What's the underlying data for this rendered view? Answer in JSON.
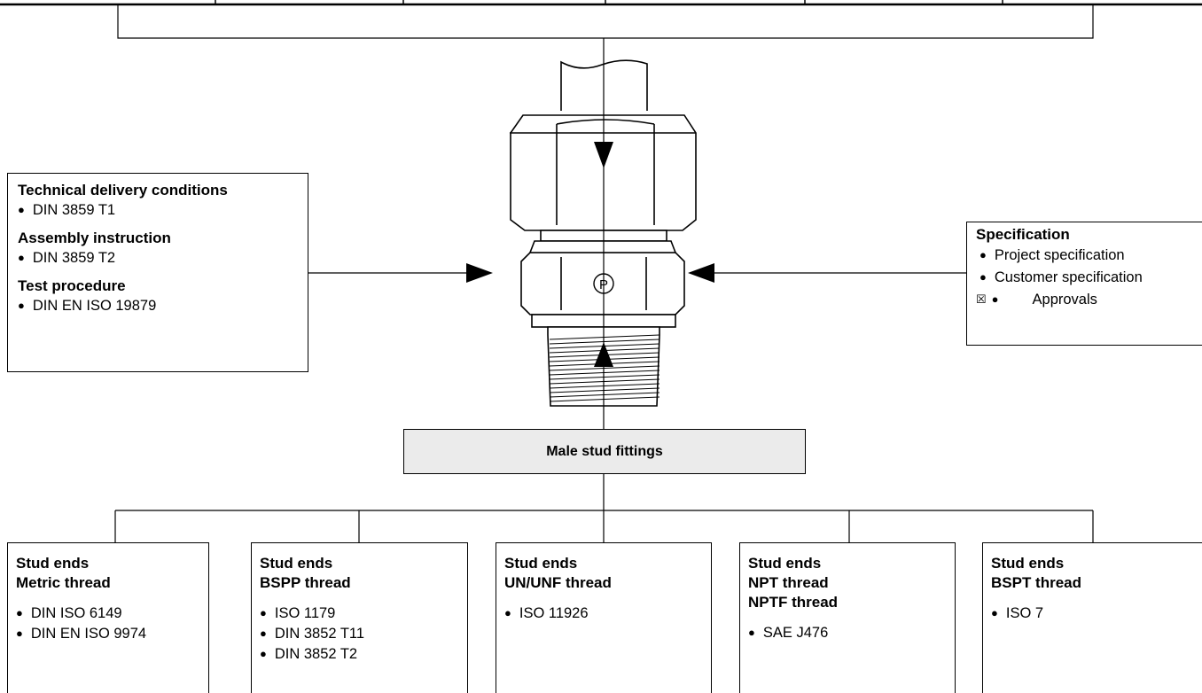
{
  "left_panel": {
    "sections": [
      {
        "heading": "Technical delivery conditions",
        "items": [
          "DIN 3859 T1"
        ]
      },
      {
        "heading": "Assembly instruction",
        "items": [
          "DIN 3859 T2"
        ]
      },
      {
        "heading": "Test procedure",
        "items": [
          "DIN EN ISO 19879"
        ]
      }
    ]
  },
  "right_panel": {
    "heading": "Specification",
    "items": [
      "Project specification",
      "Customer specification"
    ],
    "approvals_mark": "☒",
    "approvals": "Approvals"
  },
  "center": {
    "label": "Male stud fittings",
    "fitting_mark": "P"
  },
  "stud_ends": [
    {
      "title_lines": [
        "Stud ends",
        "Metric thread"
      ],
      "items": [
        "DIN ISO 6149",
        "DIN EN ISO 9974"
      ]
    },
    {
      "title_lines": [
        "Stud ends",
        "BSPP thread"
      ],
      "items": [
        "ISO 1179",
        "DIN 3852 T11",
        "DIN 3852 T2"
      ]
    },
    {
      "title_lines": [
        "Stud ends",
        "UN/UNF thread"
      ],
      "items": [
        "ISO 11926"
      ]
    },
    {
      "title_lines": [
        "Stud ends",
        "NPT thread",
        "NPTF thread"
      ],
      "items": [
        "SAE J476"
      ]
    },
    {
      "title_lines": [
        "Stud ends",
        "BSPT thread"
      ],
      "items": [
        "ISO 7"
      ]
    }
  ]
}
